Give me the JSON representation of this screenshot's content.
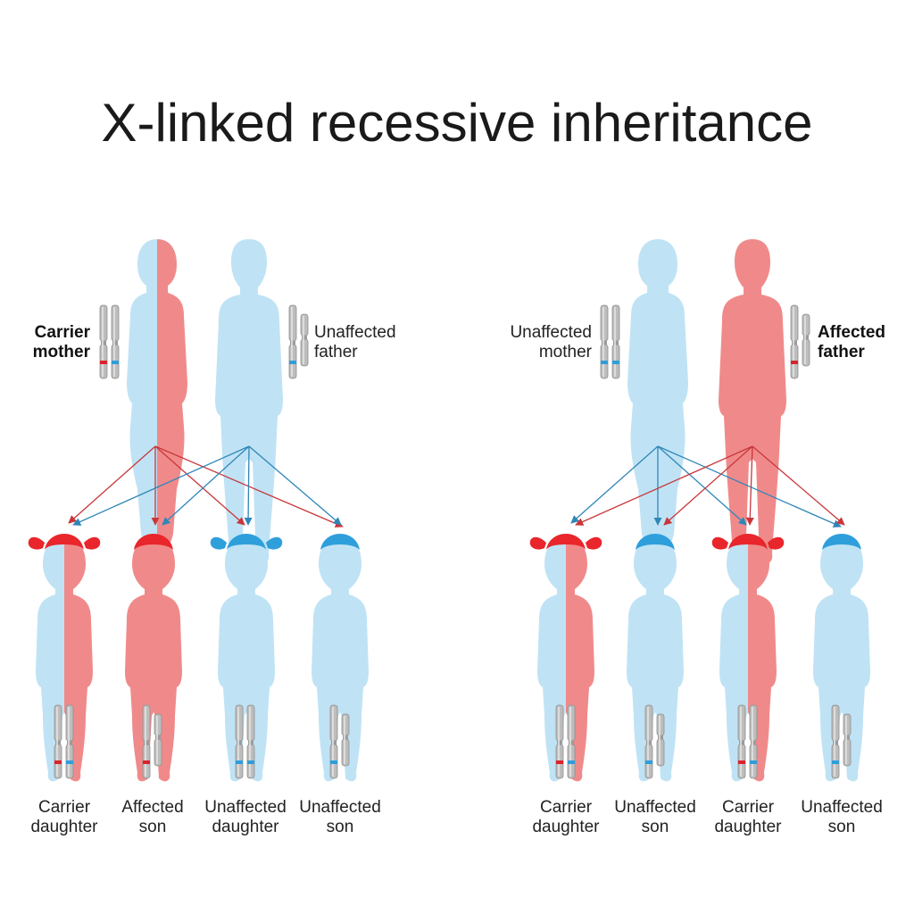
{
  "title": "X-linked recessive inheritance",
  "colors": {
    "affected": "#f08a8a",
    "unaffected": "#bfe3f5",
    "affected_hair": "#e8262b",
    "unaffected_hair": "#2f9fdc",
    "affected_arrow": "#c9363a",
    "unaffected_arrow": "#2f86b8",
    "chromosome": "#b8b8b8",
    "affected_allele": "#d9232d",
    "unaffected_allele": "#2e9ddb"
  },
  "panels": [
    {
      "parents": [
        {
          "label_line1": "Carrier",
          "label_line2": "mother",
          "bold": true
        },
        {
          "label_line1": "Unaffected",
          "label_line2": "father",
          "bold": false
        }
      ],
      "children": [
        {
          "label_line1": "Carrier",
          "label_line2": "daughter"
        },
        {
          "label_line1": "Affected",
          "label_line2": "son"
        },
        {
          "label_line1": "Unaffected",
          "label_line2": "daughter"
        },
        {
          "label_line1": "Unaffected",
          "label_line2": "son"
        }
      ]
    },
    {
      "parents": [
        {
          "label_line1": "Unaffected",
          "label_line2": "mother",
          "bold": false
        },
        {
          "label_line1": "Affected",
          "label_line2": "father",
          "bold": true
        }
      ],
      "children": [
        {
          "label_line1": "Carrier",
          "label_line2": "daughter"
        },
        {
          "label_line1": "Unaffected",
          "label_line2": "son"
        },
        {
          "label_line1": "Carrier",
          "label_line2": "daughter"
        },
        {
          "label_line1": "Unaffected",
          "label_line2": "son"
        }
      ]
    }
  ]
}
